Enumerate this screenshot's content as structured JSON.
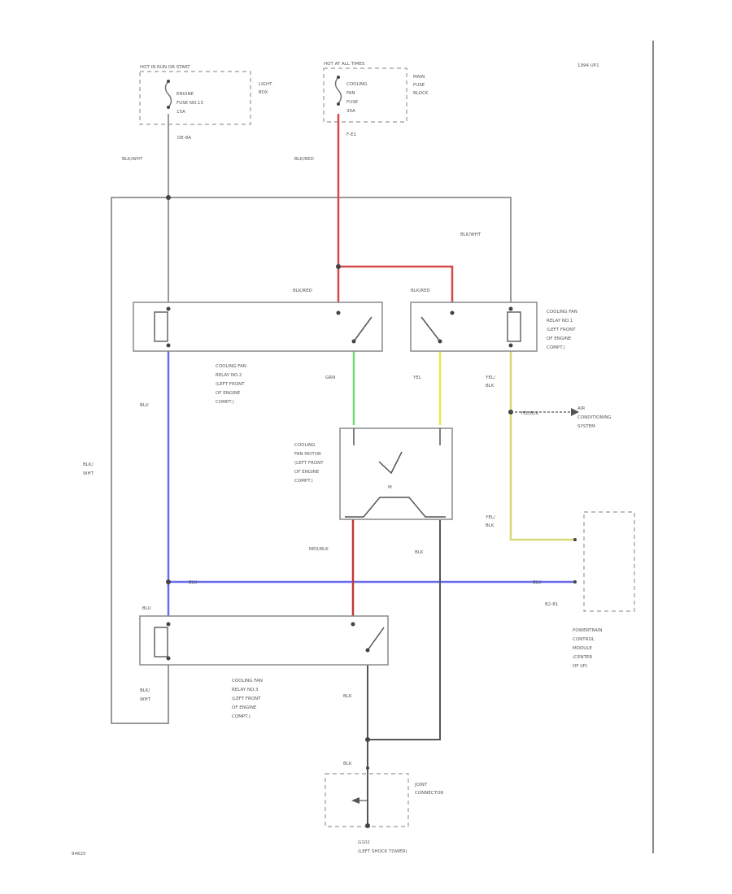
{
  "colors": {
    "blk_wht": "#9a9a9a",
    "blk_red": "#d44a4a",
    "red_blk": "#c23838",
    "blu": "#6b6bf2",
    "grn": "#6fe06f",
    "yel": "#e8e84a",
    "yel_blk": "#d8d874",
    "blk": "#4a4a4a"
  },
  "labels": {
    "fuse1_header": "HOT IN RUN OR START",
    "fuse1_body": [
      "ENGINE",
      "FUSE NO.13",
      "15A"
    ],
    "fuse1_box": [
      "LIGHT",
      "BOX"
    ],
    "fuse1_ref": "DE-8A",
    "fuse2_header": "HOT AT ALL TIMES",
    "fuse2_body": [
      "COOLING",
      "FAN",
      "FUSE",
      "30A"
    ],
    "fuse2_box": [
      "MAIN",
      "FUSE",
      "BLOCK"
    ],
    "fuse2_ref": "F-E1",
    "top_note": "1994 UP1",
    "w_blkwht_left": "BLK/WHT",
    "w_blkred_top": "BLK/RED",
    "w_blkwht_right": "BLK/WHT",
    "w_blkred_relay1": "BLK/RED",
    "w_blkred_relay2": "BLK/RED",
    "relay_right": [
      "COOLING FAN",
      "RELAY NO.1",
      "(LEFT FRONT",
      "OF ENGINE",
      "COMPT.)"
    ],
    "relay_left": [
      "COOLING FAN",
      "RELAY NO.2",
      "(LEFT FRONT",
      "OF ENGINE",
      "COMPT.)"
    ],
    "w_grn": "GRN",
    "w_yel": "YEL",
    "w_yelblk_1": [
      "YEL/",
      "BLK"
    ],
    "w_blu_left": "BLU",
    "w_blkwht_far": [
      "BLK/",
      "WHT"
    ],
    "splice_label": "YEL/BLK",
    "ac_system": [
      "AIR",
      "CONDITIONING",
      "SYSTEM"
    ],
    "motor": [
      "COOLING",
      "FAN MOTOR",
      "(LEFT FRONT",
      "OF ENGINE",
      "COMPT.)"
    ],
    "motor_symbol": "M",
    "w_yelblk_2": [
      "YEL/",
      "BLK"
    ],
    "w_redblk": "RED/BLK",
    "w_blk_mid": "BLK",
    "w_blu_bus_left": "BLU",
    "w_blu_bus_right": "BLU",
    "pcm_ref": "B2-81",
    "pcm": [
      "POWERTRAIN",
      "CONTROL",
      "MODULE",
      "(CENTER",
      "OF I/P)"
    ],
    "w_blu_relay3": "BLU",
    "relay_bottom": [
      "COOLING FAN",
      "RELAY NO.3",
      "(LEFT FRONT",
      "OF ENGINE",
      "COMPT.)"
    ],
    "w_blkwht_bottom": [
      "BLK/",
      "WHT"
    ],
    "w_blk_ground": "BLK",
    "w_blk_joint": "BLK",
    "joint_conn": [
      "JOINT",
      "CONNECTOR"
    ],
    "ground": [
      "G102",
      "(LEFT SHOCK TOWER)"
    ],
    "figure_id": "94625"
  }
}
